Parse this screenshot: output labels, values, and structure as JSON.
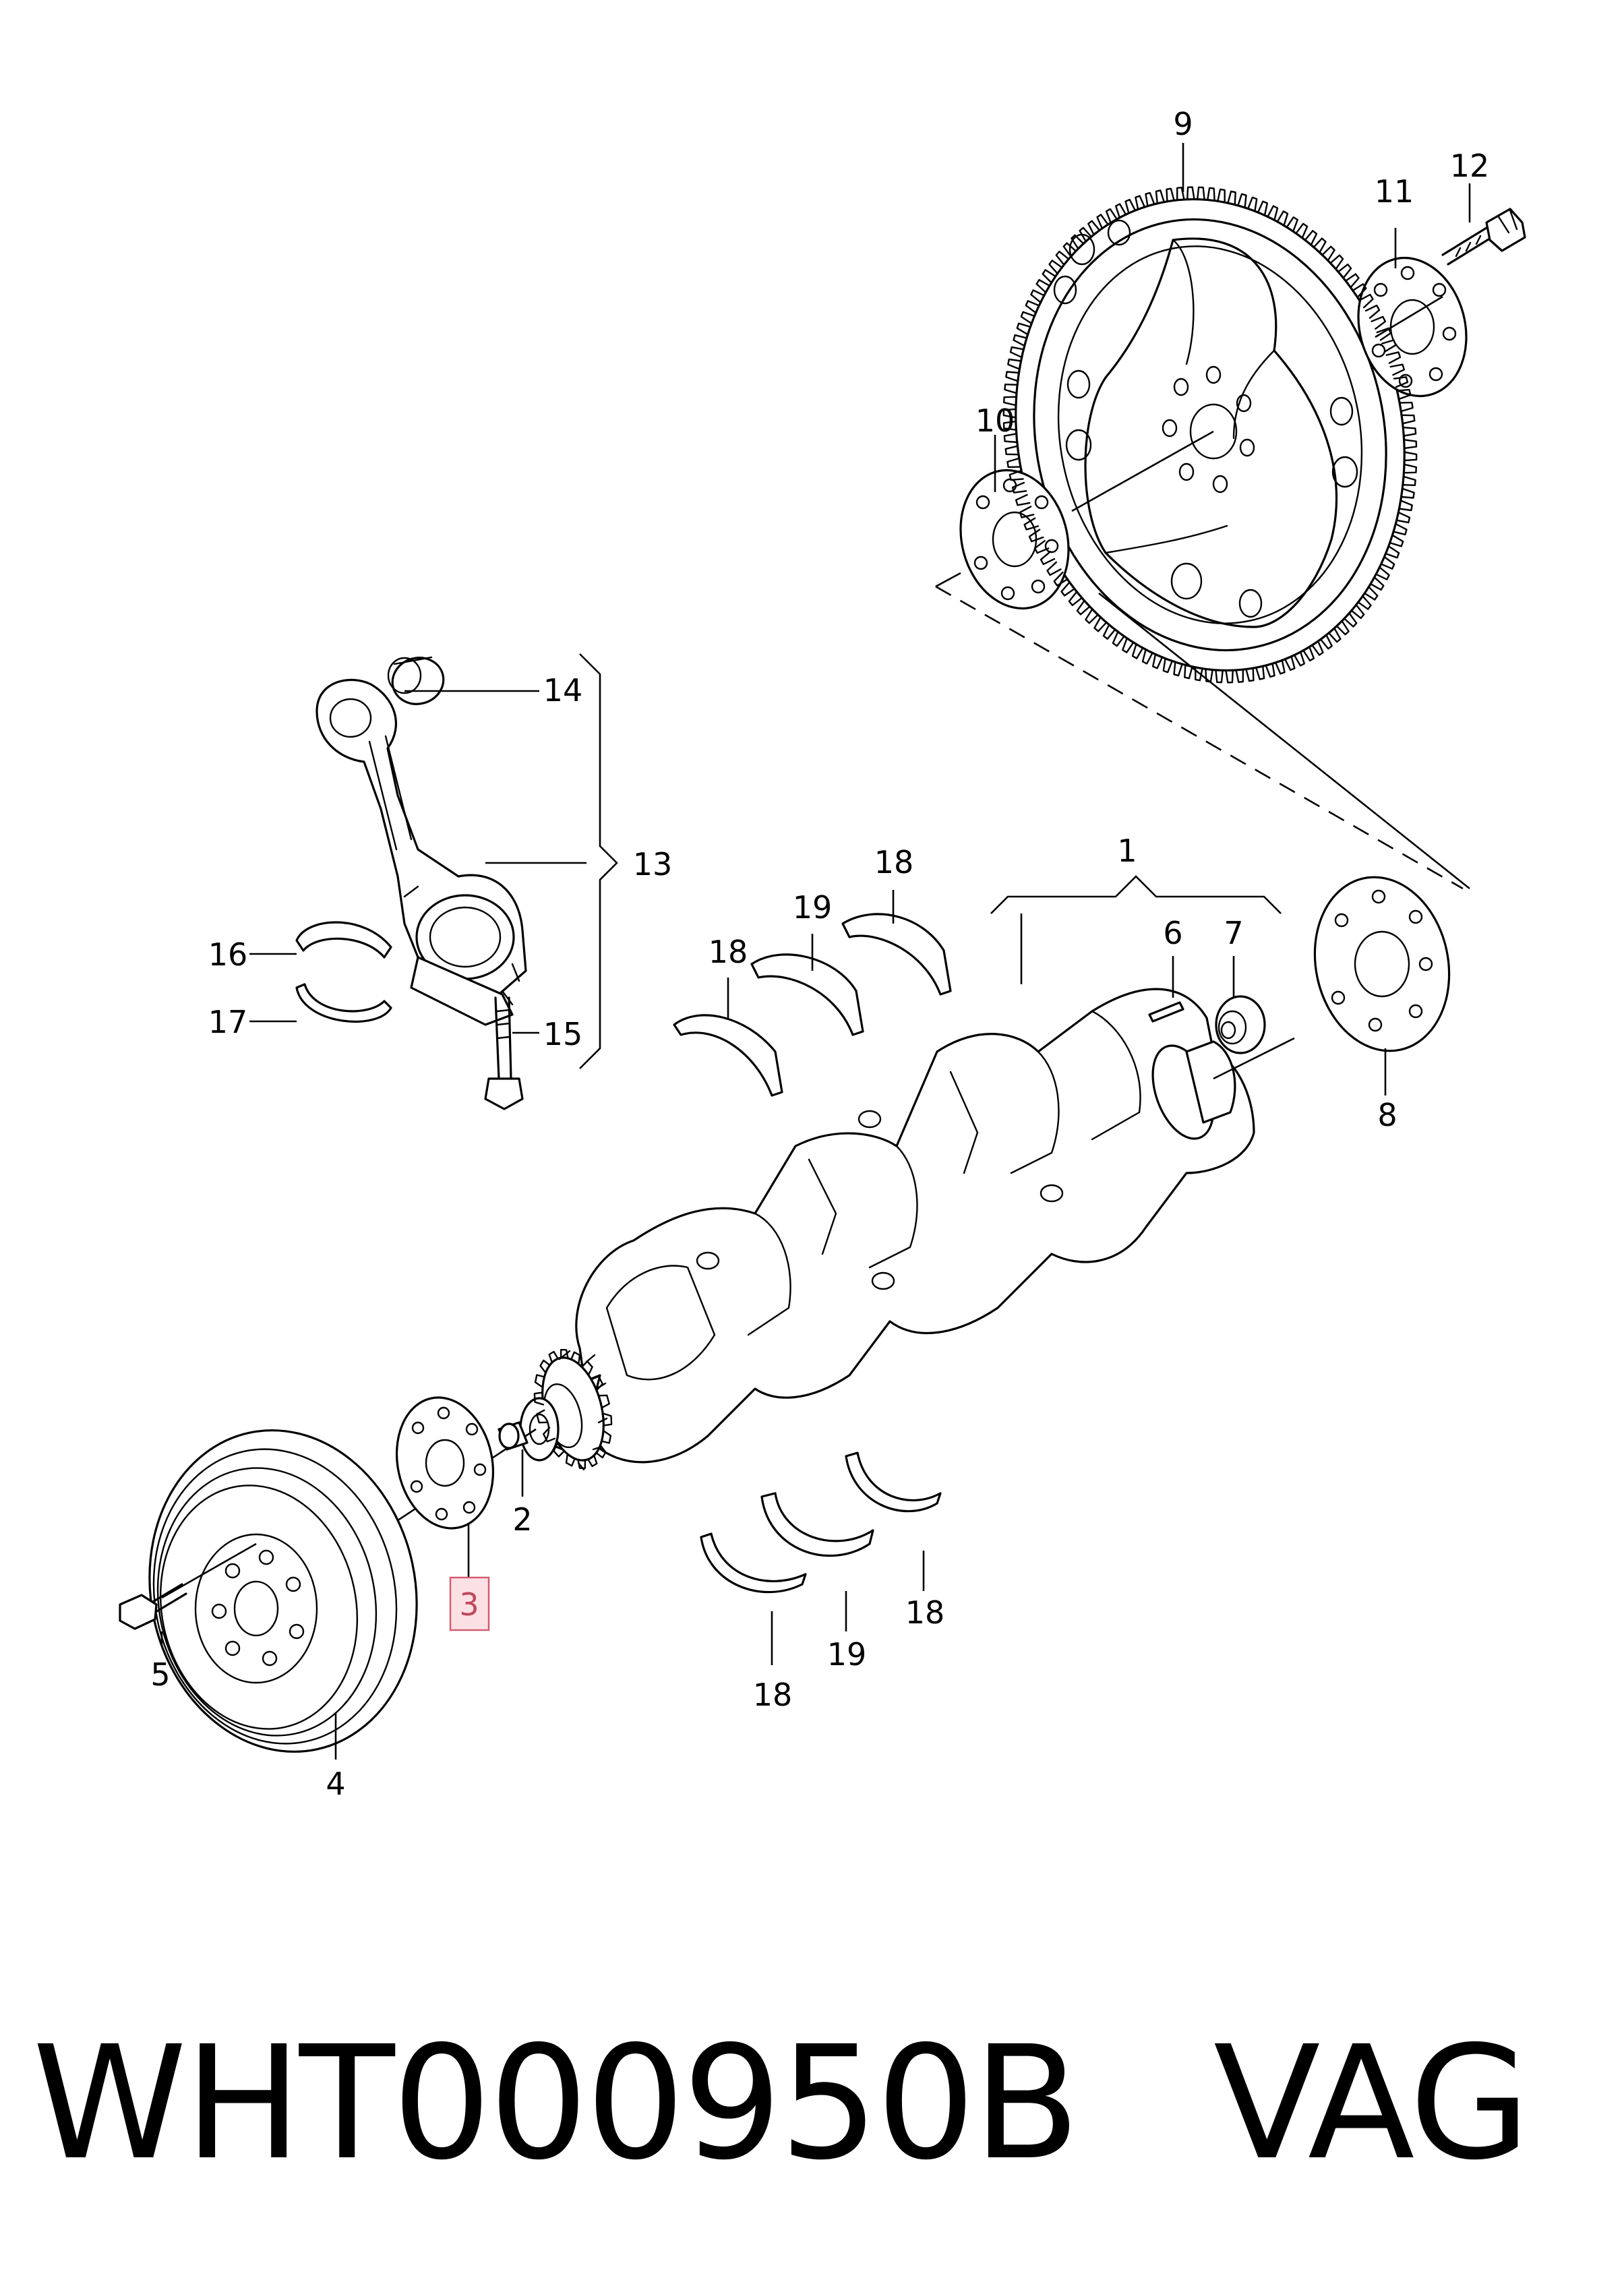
{
  "callouts": {
    "c1": "1",
    "c2": "2",
    "c3": "3",
    "c4": "4",
    "c5": "5",
    "c6": "6",
    "c7": "7",
    "c8": "8",
    "c9": "9",
    "c10": "10",
    "c11": "11",
    "c12": "12",
    "c13": "13",
    "c14": "14",
    "c15": "15",
    "c16": "16",
    "c17": "17",
    "c18a": "18",
    "c18b": "18",
    "c18c": "18",
    "c18d": "18",
    "c19a": "19",
    "c19b": "19"
  },
  "highlighted_callout": "3",
  "caption": {
    "part_number": "WHT000950B",
    "brand": "VAG"
  },
  "colors": {
    "line": "#000000",
    "highlight_fill": "#fbe0e4",
    "highlight_stroke": "#d35a6c",
    "highlight_text": "#c0485a"
  }
}
